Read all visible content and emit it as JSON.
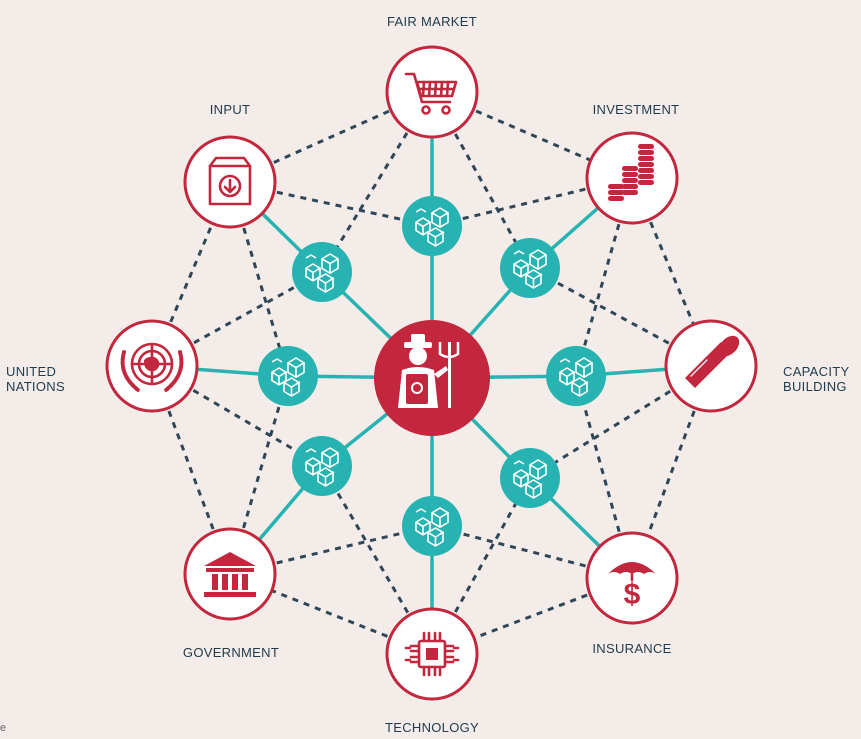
{
  "colors": {
    "background": "#f3ece8",
    "brand_red": "#c3273d",
    "teal": "#27b3b1",
    "dash": "#2e4657",
    "label": "#1f3b4d"
  },
  "hub": {
    "name": "farmer",
    "icon": "farmer-icon"
  },
  "nodes": [
    {
      "key": "fair-market",
      "label": "FAIR MARKET",
      "icon": "shopping-cart-icon"
    },
    {
      "key": "investment",
      "label": "INVESTMENT",
      "icon": "coin-stacks-icon"
    },
    {
      "key": "capacity-building",
      "label": "CAPACITY BUILDING",
      "label_lines": [
        "CAPACITY",
        "BUILDING"
      ],
      "icon": "scroll-icon"
    },
    {
      "key": "insurance",
      "label": "INSURANCE",
      "icon": "umbrella-dollar-icon"
    },
    {
      "key": "technology",
      "label": "TECHNOLOGY",
      "icon": "microchip-icon"
    },
    {
      "key": "government",
      "label": "GOVERNMENT",
      "icon": "government-building-icon"
    },
    {
      "key": "united-nations",
      "label": "UNITED NATIONS",
      "label_lines": [
        "UNITED",
        "NATIONS"
      ],
      "icon": "un-emblem-icon"
    },
    {
      "key": "input",
      "label": "INPUT",
      "icon": "download-box-icon"
    }
  ],
  "blockchain_nodes": {
    "count": 8,
    "icon": "blockchain-cubes-icon"
  },
  "edge_stub": "e"
}
